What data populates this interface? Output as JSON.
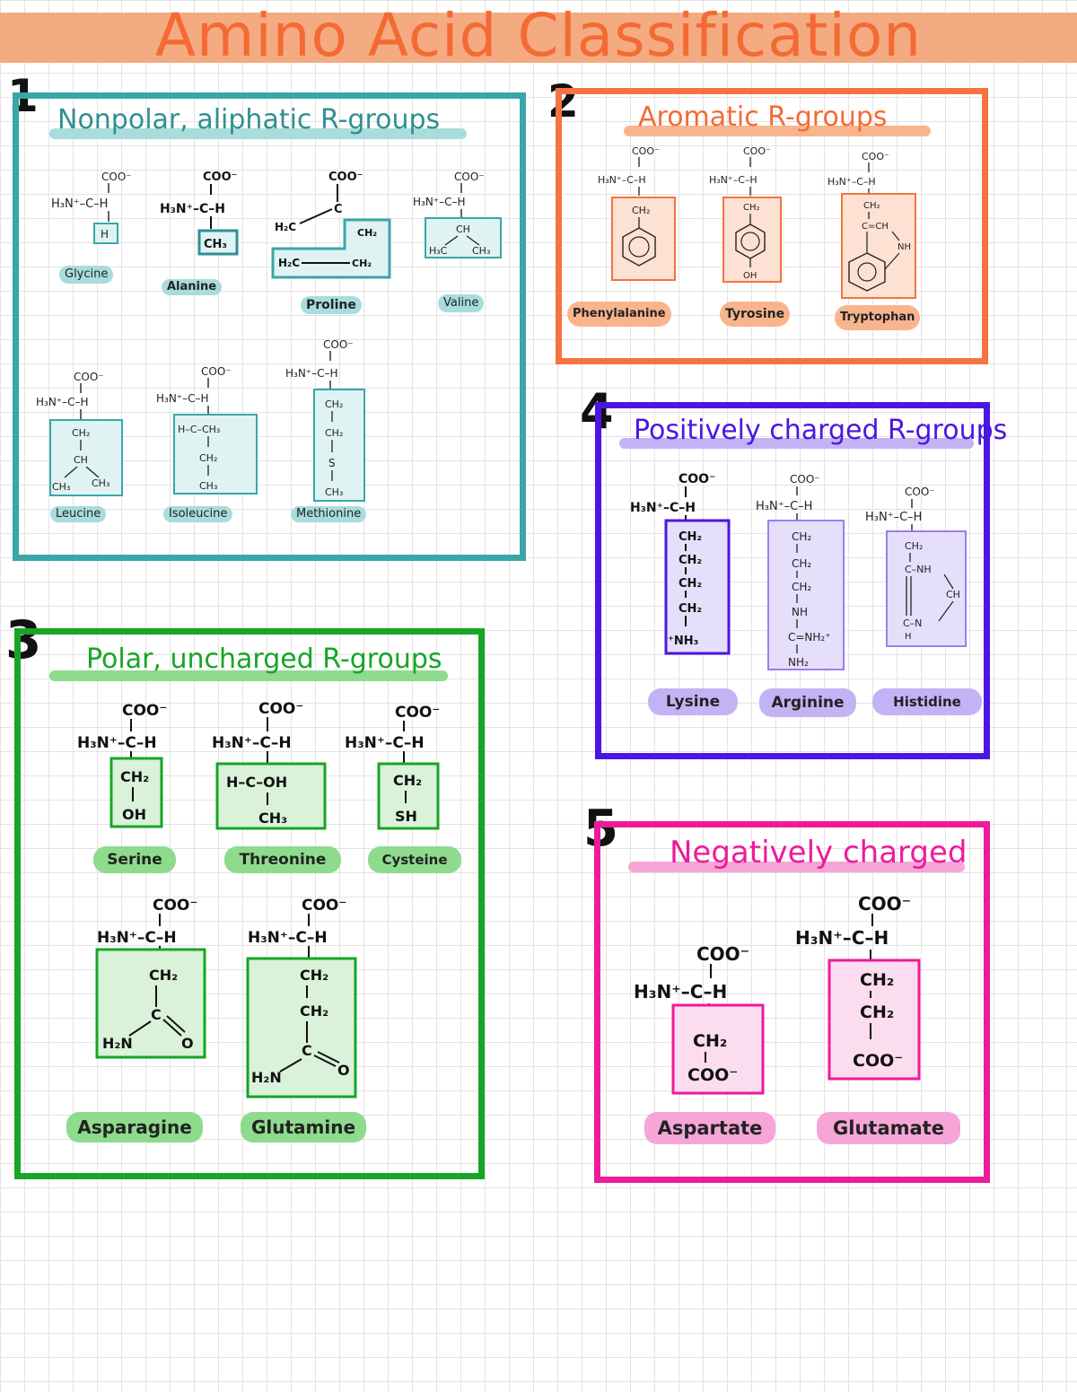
{
  "page_title": "Amino Acid Classification",
  "colors": {
    "title": "#f46a35",
    "title_bar": "#f4a77a",
    "nonpolar": "#3aa6a9",
    "aromatic": "#f47340",
    "polar": "#17a526",
    "positive": "#4b16e0",
    "negative": "#ee1a9c"
  },
  "sections": [
    {
      "number": "1",
      "title": "Nonpolar, aliphatic R-groups",
      "amino_acids": [
        {
          "name": "Glycine",
          "formula": [
            "COO⁻",
            "H₃N⁺–C–H",
            "H"
          ]
        },
        {
          "name": "Alanine",
          "formula": [
            "COO⁻",
            "H₃N⁺–C–H",
            "CH₃"
          ]
        },
        {
          "name": "Proline",
          "formula": [
            "COO⁻",
            "H₂C",
            "C",
            "CH₂",
            "H₂C",
            "CH₂"
          ]
        },
        {
          "name": "Valine",
          "formula": [
            "COO⁻",
            "H₃N⁺–C–H",
            "CH",
            "H₃C",
            "CH₃"
          ]
        },
        {
          "name": "Leucine",
          "formula": [
            "COO⁻",
            "H₃N⁺–C–H",
            "CH₂",
            "CH",
            "CH₃",
            "CH₃"
          ]
        },
        {
          "name": "Isoleucine",
          "formula": [
            "COO⁻",
            "H₃N⁺–C–H",
            "H–C–CH₃",
            "CH₂",
            "CH₃"
          ]
        },
        {
          "name": "Methionine",
          "formula": [
            "COO⁻",
            "H₃N⁺–C–H",
            "CH₂",
            "CH₂",
            "S",
            "CH₃"
          ]
        }
      ]
    },
    {
      "number": "2",
      "title": "Aromatic R-groups",
      "amino_acids": [
        {
          "name": "Phenylalanine",
          "formula": [
            "COO⁻",
            "H₃N⁺–C–H",
            "CH₂"
          ]
        },
        {
          "name": "Tyrosine",
          "formula": [
            "COO⁻",
            "H₃N⁺–C–H",
            "CH₂",
            "OH"
          ]
        },
        {
          "name": "Tryptophan",
          "formula": [
            "COO⁻",
            "H₃N⁺–C–H",
            "CH₂",
            "C=CH",
            "NH"
          ]
        }
      ]
    },
    {
      "number": "3",
      "title": "Polar, uncharged R-groups",
      "amino_acids": [
        {
          "name": "Serine",
          "formula": [
            "COO⁻",
            "H₃N⁺–C–H",
            "CH₂",
            "OH"
          ]
        },
        {
          "name": "Threonine",
          "formula": [
            "COO⁻",
            "H₃N⁺–C–H",
            "H–C–OH",
            "CH₃"
          ]
        },
        {
          "name": "Cysteine",
          "formula": [
            "COO⁻",
            "H₃N⁺–C–H",
            "CH₂",
            "SH"
          ]
        },
        {
          "name": "Asparagine",
          "formula": [
            "COO⁻",
            "H₃N⁺–C–H",
            "CH₂",
            "C",
            "H₂N",
            "O"
          ]
        },
        {
          "name": "Glutamine",
          "formula": [
            "COO⁻",
            "H₃N⁺–C–H",
            "CH₂",
            "CH₂",
            "C",
            "H₂N",
            "O"
          ]
        }
      ]
    },
    {
      "number": "4",
      "title": "Positively charged R-groups",
      "amino_acids": [
        {
          "name": "Lysine",
          "formula": [
            "COO⁻",
            "H₃N⁺–C–H",
            "CH₂",
            "CH₂",
            "CH₂",
            "CH₂",
            "⁺NH₃"
          ]
        },
        {
          "name": "Arginine",
          "formula": [
            "COO⁻",
            "H₃N⁺–C–H",
            "CH₂",
            "CH₂",
            "CH₂",
            "NH",
            "C=NH₂⁺",
            "NH₂"
          ]
        },
        {
          "name": "Histidine",
          "formula": [
            "COO⁻",
            "H₃N⁺–C–H",
            "CH₂",
            "C–NH",
            "CH",
            "C–N",
            "H"
          ]
        }
      ]
    },
    {
      "number": "5",
      "title": "Negatively charged",
      "amino_acids": [
        {
          "name": "Aspartate",
          "formula": [
            "COO⁻",
            "H₃N⁺–C–H",
            "CH₂",
            "COO⁻"
          ]
        },
        {
          "name": "Glutamate",
          "formula": [
            "COO⁻",
            "H₃N⁺–C–H",
            "CH₂",
            "CH₂",
            "COO⁻"
          ]
        }
      ]
    }
  ]
}
